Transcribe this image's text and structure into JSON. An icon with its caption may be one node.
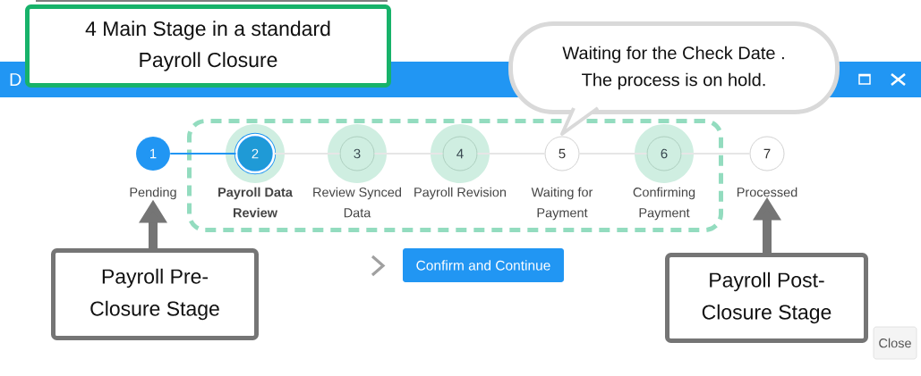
{
  "diagram": {
    "nodes": [
      {
        "text": [
          "4 Main Stage in a standard Payroll Closure"
        ]
      },
      {
        "text": [
          "D"
        ]
      },
      {
        "text": [
          "Waiting for the Check Date . The process is on hold."
        ]
      },
      {
        "text": [],
        "shape": "box"
      },
      {
        "text": [
          "1"
        ],
        "beside": [
          "Pending"
        ]
      },
      {
        "text": [
          "2"
        ],
        "beside": [
          "Payroll Data Review"
        ],
        "in": 3
      },
      {
        "text": [
          "3"
        ],
        "beside": [
          "Review Synced Data"
        ],
        "in": 3
      },
      {
        "text": [
          "4"
        ],
        "beside": [
          "Payroll Revision"
        ],
        "in": 3
      },
      {
        "text": [
          "5"
        ],
        "beside": [
          "Waiting for Payment"
        ],
        "in": 3
      },
      {
        "text": [
          "6"
        ],
        "beside": [
          "Confirming Payment"
        ],
        "in": 3
      },
      {
        "text": [
          "7"
        ],
        "beside": [
          "Processed"
        ]
      },
      {
        "text": [
          "Payroll Pre-Closure Stage"
        ]
      },
      {
        "text": [
          "Confirm and Continue"
        ]
      },
      {
        "text": [
          "Payroll Post-Closure Stage"
        ]
      },
      {
        "text": [
          "Close"
        ]
      }
    ],
    "edges": [
      {
        "from": 4,
        "to": 5,
        "arrow": "none",
        "color": "#2196f3"
      },
      {
        "from": 5,
        "to": 6,
        "arrow": "none"
      },
      {
        "from": 6,
        "to": 7,
        "arrow": "none"
      },
      {
        "from": 7,
        "to": 8,
        "arrow": "none"
      },
      {
        "from": 8,
        "to": 9,
        "arrow": "none"
      },
      {
        "from": 9,
        "to": 10,
        "arrow": "none"
      },
      {
        "from": 11,
        "to": 4,
        "arrow": "to",
        "style": "thick",
        "color": "#757575"
      },
      {
        "from": 13,
        "to": 10,
        "arrow": "to",
        "style": "thick",
        "color": "#757575"
      }
    ]
  }
}
